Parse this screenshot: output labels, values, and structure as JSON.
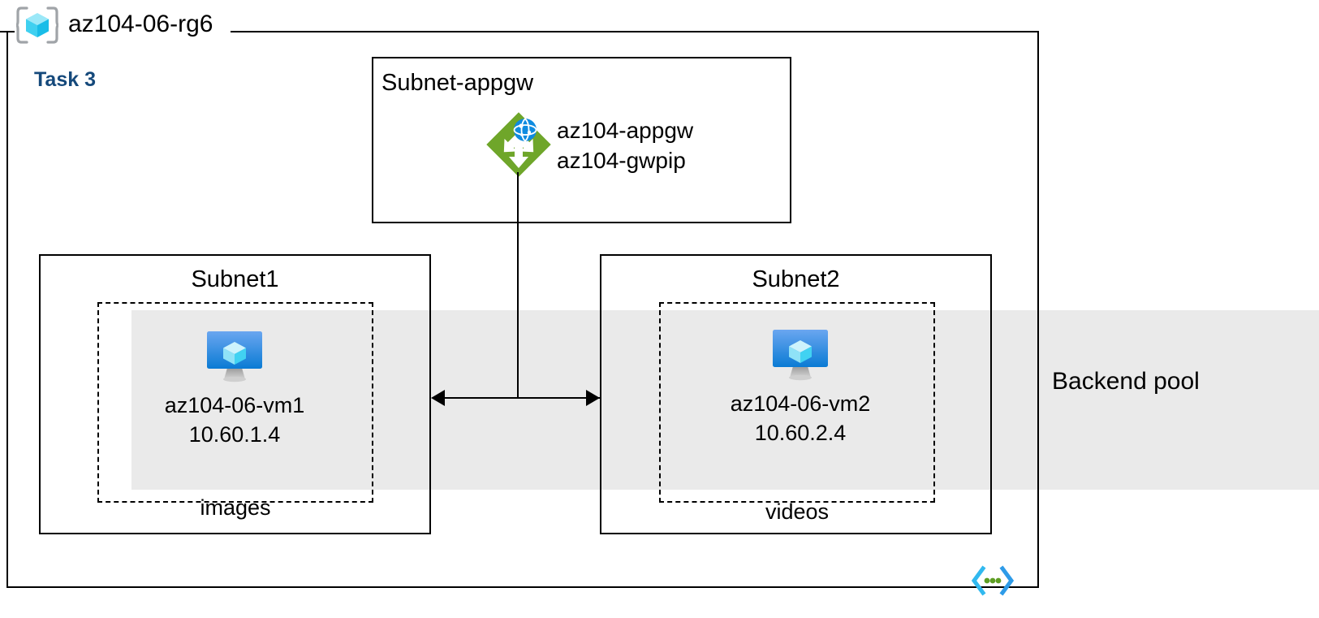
{
  "diagram": {
    "type": "azure-architecture",
    "resource_group": {
      "name": "az104-06-rg6",
      "icon": "resource-group-cube-icon"
    },
    "task": {
      "label": "Task 3",
      "color": "#15497B"
    },
    "backend_pool": {
      "label": "Backend pool",
      "band_color": "#eaeaea"
    },
    "subnets": [
      {
        "id": "subnet-appgw",
        "title": "Subnet-appgw",
        "resources": [
          {
            "icon": "application-gateway-icon",
            "icon_color": "#6FA62A",
            "lines": [
              "az104-appgw",
              "az104-gwpip"
            ]
          }
        ]
      },
      {
        "id": "subnet1",
        "title": "Subnet1",
        "group_caption": "images",
        "vm": {
          "icon": "virtual-machine-icon",
          "name": "az104-06-vm1",
          "ip": "10.60.1.4"
        }
      },
      {
        "id": "subnet2",
        "title": "Subnet2",
        "group_caption": "videos",
        "vm": {
          "icon": "virtual-machine-icon",
          "name": "az104-06-vm2",
          "ip": "10.60.2.4"
        }
      }
    ],
    "footer_icon": {
      "name": "code-brackets-icon",
      "bracket_color": "#31B9EF",
      "dot_color": "#5E9E23"
    }
  }
}
